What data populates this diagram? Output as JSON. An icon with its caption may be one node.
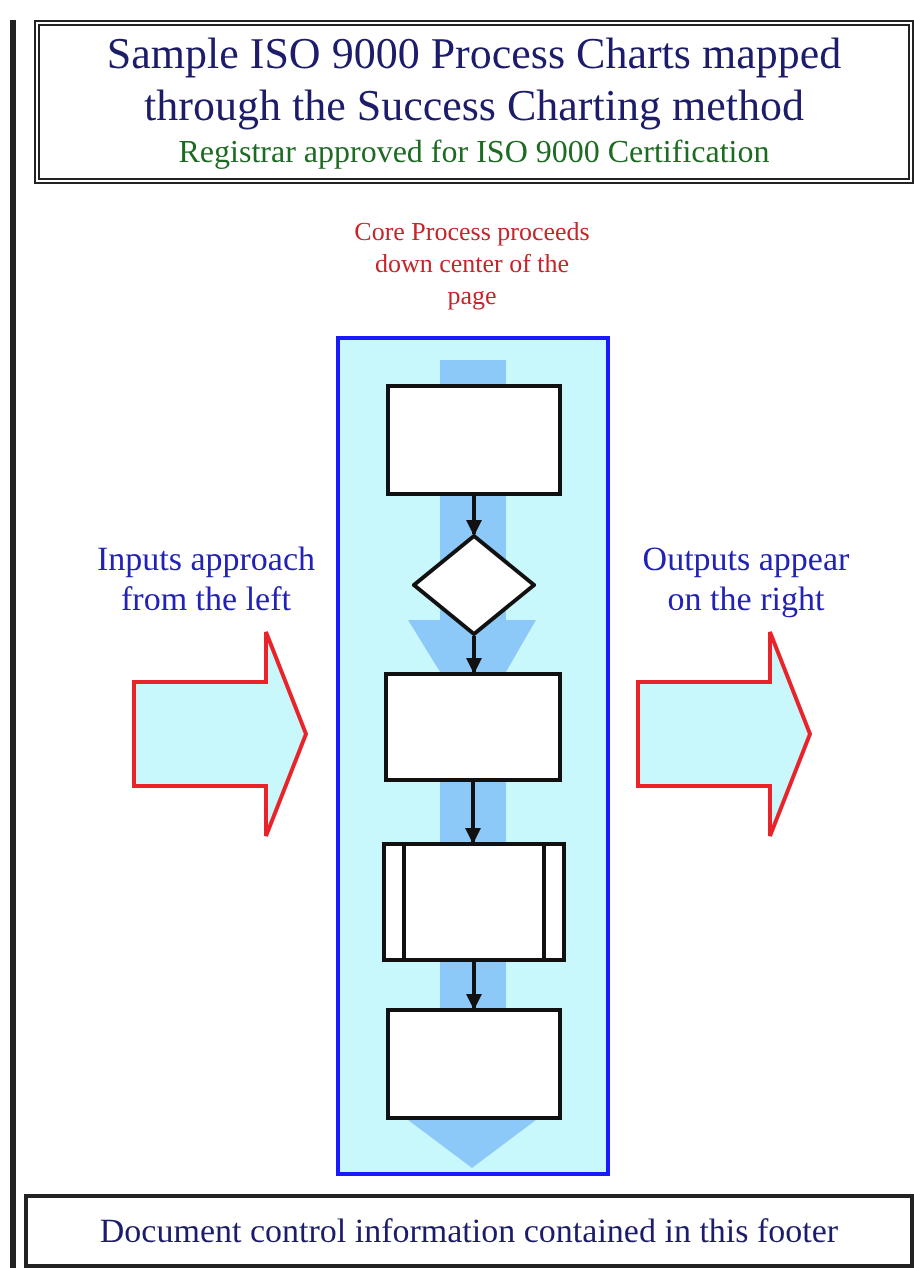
{
  "diagram": {
    "nodes": [
      {
        "text": [
          "Sample ISO 9000 Process Charts mapped through the Success Charting method",
          "Registrar approved for ISO 9000 Certification"
        ]
      },
      {
        "text": [
          "Core Process proceeds down center of the page"
        ]
      },
      {
        "text": [],
        "shape": "box",
        "in": 1
      },
      {
        "text": [],
        "shape": "diamond",
        "in": 1
      },
      {
        "text": [],
        "shape": "box",
        "in": 1
      },
      {
        "text": [],
        "shape": "box",
        "in": 1
      },
      {
        "text": [],
        "shape": "box",
        "in": 1
      },
      {
        "text": [
          "Inputs approach from the left"
        ]
      },
      {
        "text": [
          "Outputs appear on the right"
        ]
      },
      {
        "text": [
          "Document control information contained in this footer"
        ]
      }
    ],
    "edges": [
      {
        "from": 2,
        "to": 3,
        "arrow": "to"
      },
      {
        "from": 3,
        "to": 4,
        "arrow": "to"
      },
      {
        "from": 4,
        "to": 5,
        "arrow": "to"
      },
      {
        "from": 5,
        "to": 6,
        "arrow": "to"
      }
    ]
  }
}
